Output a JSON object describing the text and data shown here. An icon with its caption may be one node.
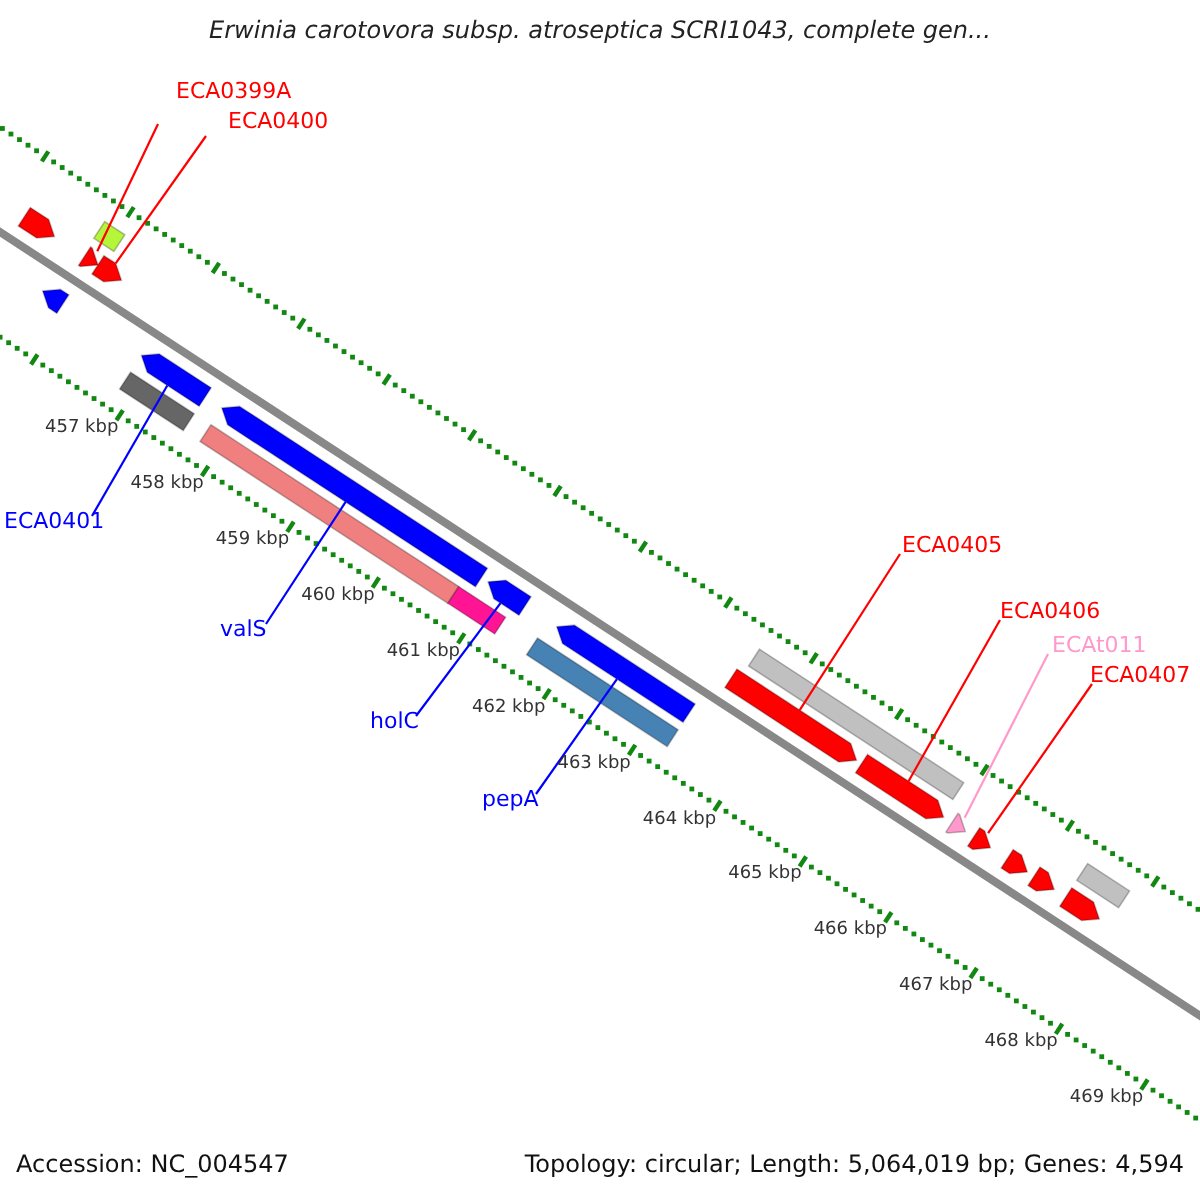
{
  "diagram": {
    "title": "Erwinia carotovora subsp. atroseptica SCRI1043, complete gen...",
    "nodes": [
      {
        "text": [
          "ECA0399A"
        ]
      },
      {
        "text": [
          "ECA0400"
        ]
      },
      {
        "text": [
          "ECA0401"
        ]
      },
      {
        "text": [
          "valS"
        ]
      },
      {
        "text": [
          "holC"
        ]
      },
      {
        "text": [
          "pepA"
        ]
      },
      {
        "text": [
          "ECA0405"
        ]
      },
      {
        "text": [
          "ECA0406"
        ]
      },
      {
        "text": [
          "ECAt011"
        ]
      },
      {
        "text": [
          "ECA0407"
        ]
      },
      {
        "text": [],
        "shape": "arrow"
      },
      {
        "text": [],
        "shape": "arrow"
      },
      {
        "text": [],
        "shape": "arrow"
      },
      {
        "text": [],
        "shape": "bar"
      },
      {
        "text": [],
        "shape": "arrow"
      },
      {
        "text": [],
        "shape": "arrow"
      },
      {
        "text": [],
        "shape": "bar"
      },
      {
        "text": [],
        "shape": "arrow"
      },
      {
        "text": [],
        "shape": "bar"
      },
      {
        "text": [],
        "shape": "bar"
      },
      {
        "text": [],
        "shape": "arrow"
      },
      {
        "text": [],
        "shape": "bar"
      },
      {
        "text": [],
        "shape": "arrow"
      },
      {
        "text": [],
        "shape": "arrow"
      },
      {
        "text": [],
        "shape": "bar"
      },
      {
        "text": [],
        "shape": "arrow"
      },
      {
        "text": [],
        "shape": "arrow"
      },
      {
        "text": [],
        "shape": "arrow"
      },
      {
        "text": [],
        "shape": "arrow"
      },
      {
        "text": [],
        "shape": "arrow"
      },
      {
        "text": [],
        "shape": "bar"
      },
      {
        "text": [],
        "shape": "arrow"
      }
    ],
    "edges": [
      {
        "from": 0,
        "to": 12,
        "arrow": "none"
      },
      {
        "from": 1,
        "to": 14,
        "arrow": "none"
      },
      {
        "from": 2,
        "to": 15,
        "arrow": "none",
        "color": "#0000ff"
      },
      {
        "from": 3,
        "to": 17,
        "arrow": "none",
        "color": "#0000ff"
      },
      {
        "from": 4,
        "to": 20,
        "arrow": "none",
        "color": "#0000ff"
      },
      {
        "from": 5,
        "to": 22,
        "arrow": "none",
        "color": "#0000ff"
      },
      {
        "from": 6,
        "to": 23,
        "arrow": "none"
      },
      {
        "from": 7,
        "to": 25,
        "arrow": "none"
      },
      {
        "from": 8,
        "to": 26,
        "arrow": "none",
        "color": "#ff99cc"
      },
      {
        "from": 9,
        "to": 27,
        "arrow": "none"
      }
    ],
    "labels": [
      "457 kbp",
      "458 kbp",
      "459 kbp",
      "460 kbp",
      "461 kbp",
      "462 kbp",
      "463 kbp",
      "464 kbp",
      "465 kbp",
      "466 kbp",
      "467 kbp",
      "468 kbp",
      "469 kbp",
      "Accession: NC_004547",
      "Topology: circular; Length: 5,064,019 bp; Genes: 4,594"
    ]
  }
}
